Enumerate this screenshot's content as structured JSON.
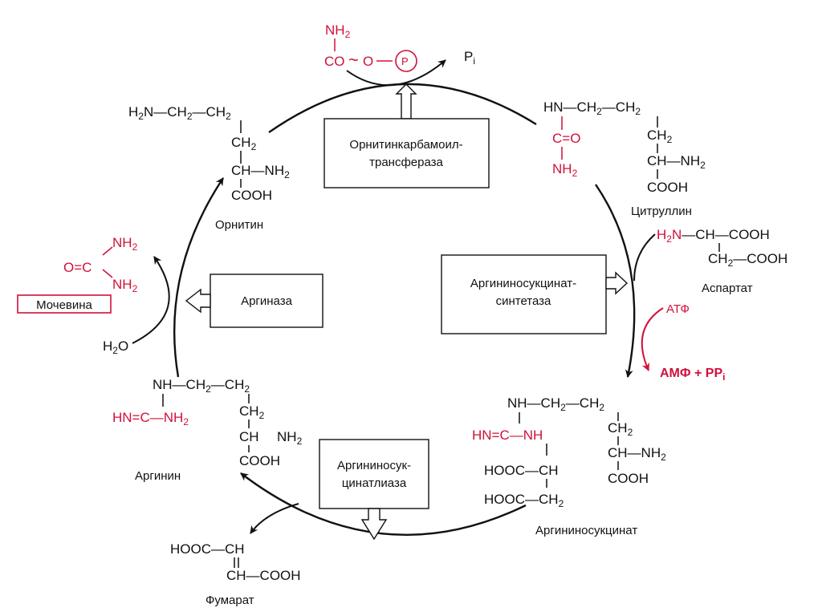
{
  "metabolites": {
    "ornithine": "Орнитин",
    "citrulline": "Цитруллин",
    "aspartate": "Аспартат",
    "argininosuccinate": "Аргининосукцинат",
    "arginine": "Аргинин",
    "fumarate": "Фумарат",
    "urea": "Мочевина"
  },
  "enzymes": {
    "otc_line1": "Орнитинкарбамоил-",
    "otc_line2": "трансфераза",
    "ass_line1": "Аргининосукцинат-",
    "ass_line2": "синтетаза",
    "asl_line1": "Аргининосук-",
    "asl_line2": "цинатлиаза",
    "arginase": "Аргиназа"
  },
  "cofactors": {
    "atp": "АТФ",
    "amp_ppi": "АМФ + PP",
    "amp_ppi_sub": "i",
    "pi": "P",
    "pi_sub": "i",
    "water": "H",
    "water_sub": "2",
    "water_o": "O",
    "phosphate": "P"
  },
  "colors": {
    "reaction_red": "#d0103a",
    "ink": "#111111"
  }
}
